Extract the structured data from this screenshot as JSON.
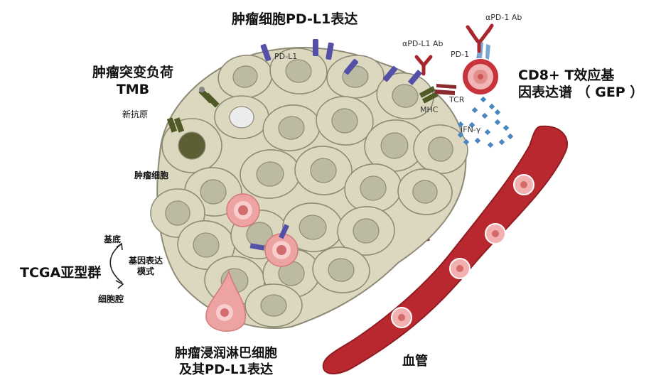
{
  "labels": {
    "tumor_pdl1": "肿瘤细胞PD-L1表达",
    "tmb_line1": "肿瘤突变负荷",
    "tmb_line2": "TMB",
    "neoantigen": "新抗原",
    "tumor_cell": "肿瘤细胞",
    "tcga_subtype": "TCGA亚型群",
    "basal": "基底",
    "gene_expression_line1": "基因表达",
    "gene_expression_line2": "模式",
    "luminal": "细胞腔",
    "til_line1": "肿瘤浸润淋巴细胞",
    "til_line2": "及其PD-L1表达",
    "blood_vessel": "血管",
    "cd8_line1": "CD8+ T效应基",
    "cd8_line2": "因表达谱 （ GEP ）",
    "pdl1_small": "PD-L1",
    "apdl1_ab": "αPD-L1 Ab",
    "apd1_ab": "αPD-1 Ab",
    "pd1": "PD-1",
    "tcr": "TCR",
    "mhc": "MHC",
    "ifn": "IFN-γ"
  },
  "colors": {
    "cell_fill": "#dcd8c0",
    "cell_stroke": "#8d8a76",
    "nucleus": "#bdbaa4",
    "vessel": "#b8282e",
    "vessel_dark": "#8f1d22",
    "pdl1_purple": "#5450a8",
    "mhc_green": "#4f5a26",
    "pd1_blue": "#7aa6cf",
    "ab_red": "#a8262c",
    "tcell_red": "#c8323a",
    "lymph_pink": "#eea3a3",
    "ifn_dot": "#4a86c0"
  },
  "icons": [
    "pd-l1-receptor-icon",
    "mhc-complex-icon",
    "antibody-icon",
    "t-cell-icon",
    "ifn-dot-icon",
    "blood-cell-icon"
  ]
}
